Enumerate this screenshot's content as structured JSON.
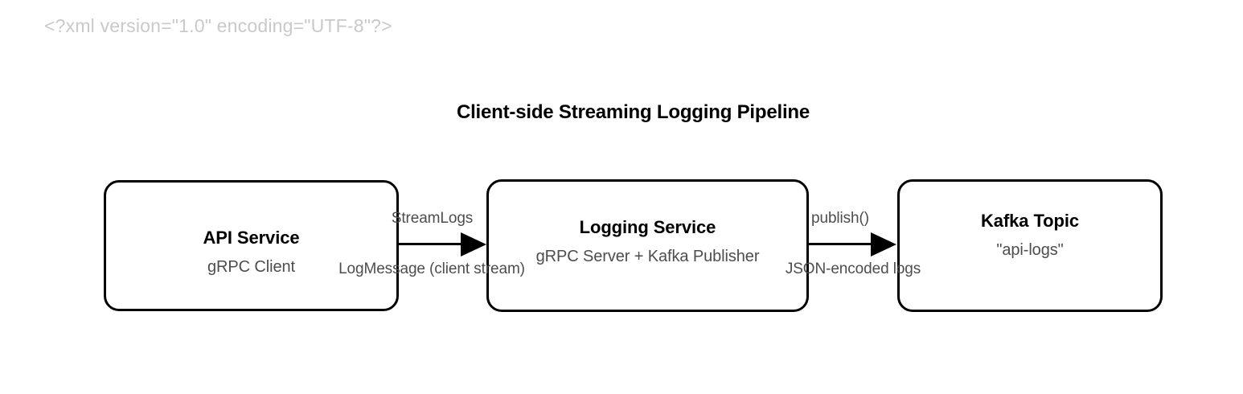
{
  "document": {
    "xml_declaration": "<?xml version=\"1.0\" encoding=\"UTF-8\"?>",
    "title": "Client-side Streaming Logging Pipeline"
  },
  "diagram": {
    "type": "flow",
    "orientation": "left-to-right",
    "nodes": [
      {
        "id": "api-service",
        "title": "API Service",
        "subtitle": "gRPC Client"
      },
      {
        "id": "logging-service",
        "title": "Logging Service",
        "subtitle": "gRPC Server + Kafka Publisher"
      },
      {
        "id": "kafka-topic",
        "title": "Kafka Topic",
        "subtitle": "\"api-logs\""
      }
    ],
    "edges": [
      {
        "id": "edge-streamlogs",
        "from": "api-service",
        "to": "logging-service",
        "label_above": "StreamLogs",
        "label_below": "LogMessage (client stream)"
      },
      {
        "id": "edge-publish",
        "from": "logging-service",
        "to": "kafka-topic",
        "label_above": "publish()",
        "label_below": "JSON-encoded logs"
      }
    ]
  },
  "colors": {
    "node_border": "#000000",
    "node_fill": "#ffffff",
    "title_text": "#000000",
    "subtitle_text": "#4d4d4d",
    "edge_label_text": "#4d4d4d",
    "xml_declaration_text": "#c9c9c9",
    "arrow": "#000000",
    "background": "#ffffff"
  }
}
